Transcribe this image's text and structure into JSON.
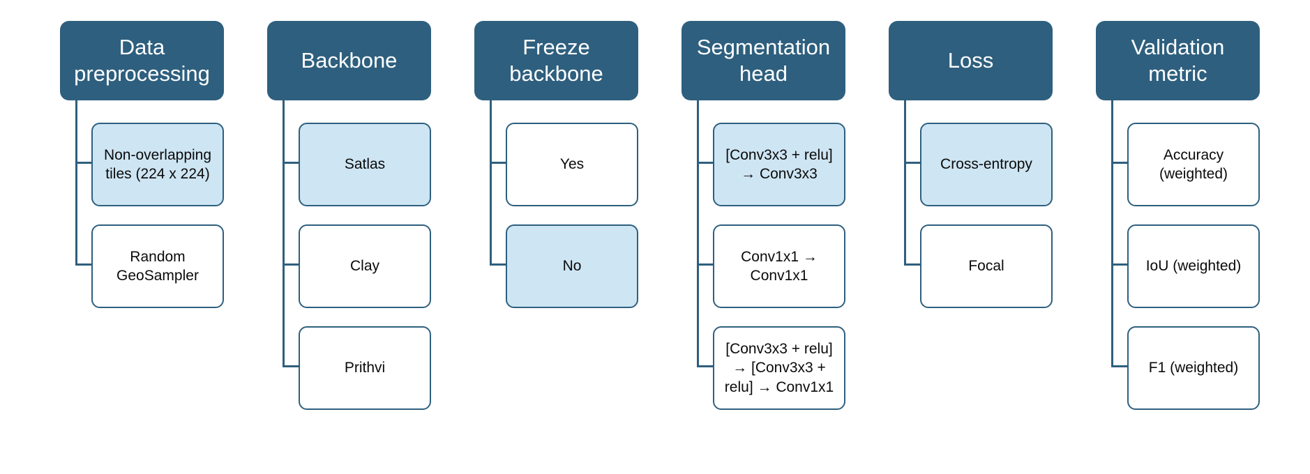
{
  "colors": {
    "header_bg": "#2E5F7E",
    "box_border": "#2E5F7E",
    "highlight_bg": "#CEE5F3",
    "box_bg": "#FFFFFF",
    "header_text": "#FFFFFF",
    "box_text": "#0A0A0A"
  },
  "columns": [
    {
      "title": "Data\npreprocessing",
      "children": [
        {
          "label": "Non-overlapping\ntiles (224 x 224)",
          "highlighted": true
        },
        {
          "label": "Random\nGeoSampler",
          "highlighted": false
        }
      ]
    },
    {
      "title": "Backbone",
      "children": [
        {
          "label": "Satlas",
          "highlighted": true
        },
        {
          "label": "Clay",
          "highlighted": false
        },
        {
          "label": "Prithvi",
          "highlighted": false
        }
      ]
    },
    {
      "title": "Freeze\nbackbone",
      "children": [
        {
          "label": "Yes",
          "highlighted": false
        },
        {
          "label": "No",
          "highlighted": true
        }
      ]
    },
    {
      "title": "Segmentation\nhead",
      "children": [
        {
          "label": "[Conv3x3 + relu]\n→ Conv3x3",
          "highlighted": true
        },
        {
          "label": "Conv1x1 →\nConv1x1",
          "highlighted": false
        },
        {
          "label": "[Conv3x3 + relu]\n→ [Conv3x3 +\nrelu] → Conv1x1",
          "highlighted": false
        }
      ]
    },
    {
      "title": "Loss",
      "children": [
        {
          "label": "Cross-entropy",
          "highlighted": true
        },
        {
          "label": "Focal",
          "highlighted": false
        }
      ]
    },
    {
      "title": "Validation\nmetric",
      "children": [
        {
          "label": "Accuracy\n(weighted)",
          "highlighted": false
        },
        {
          "label": "IoU (weighted)",
          "highlighted": false
        },
        {
          "label": "F1 (weighted)",
          "highlighted": false
        }
      ]
    }
  ]
}
